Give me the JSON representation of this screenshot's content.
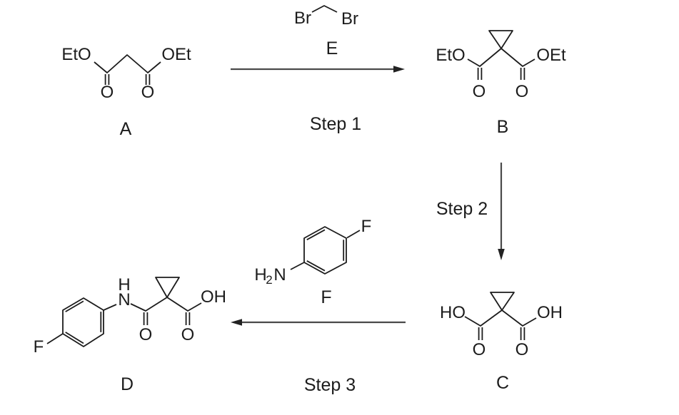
{
  "colors": {
    "background": "#ffffff",
    "ink": "#1c1c1c",
    "arrow": "#4a4a4a",
    "arrow_head": "#222222"
  },
  "compounds": {
    "A": {
      "name_label": "A",
      "left_group": "EtO",
      "right_group": "OEt",
      "o_left": "O",
      "o_right": "O"
    },
    "B": {
      "name_label": "B",
      "left_group": "EtO",
      "right_group": "OEt",
      "o_left": "O",
      "o_right": "O"
    },
    "C": {
      "name_label": "C",
      "left_group": "HO",
      "right_group": "OH",
      "o_left": "O",
      "o_right": "O"
    },
    "D": {
      "name_label": "D",
      "fluorine": "F",
      "nh_h": "H",
      "nh_n": "N",
      "o_left": "O",
      "o_right": "O",
      "oh": "OH"
    }
  },
  "reagents": {
    "E": {
      "name_label": "E",
      "br_left": "Br",
      "br_right": "Br"
    },
    "F": {
      "name_label": "F",
      "amine_h": "H",
      "amine_sub": "2",
      "amine_n": "N",
      "fluorine": "F"
    }
  },
  "steps": [
    {
      "label": "Step 1"
    },
    {
      "label": "Step 2"
    },
    {
      "label": "Step 3"
    }
  ]
}
